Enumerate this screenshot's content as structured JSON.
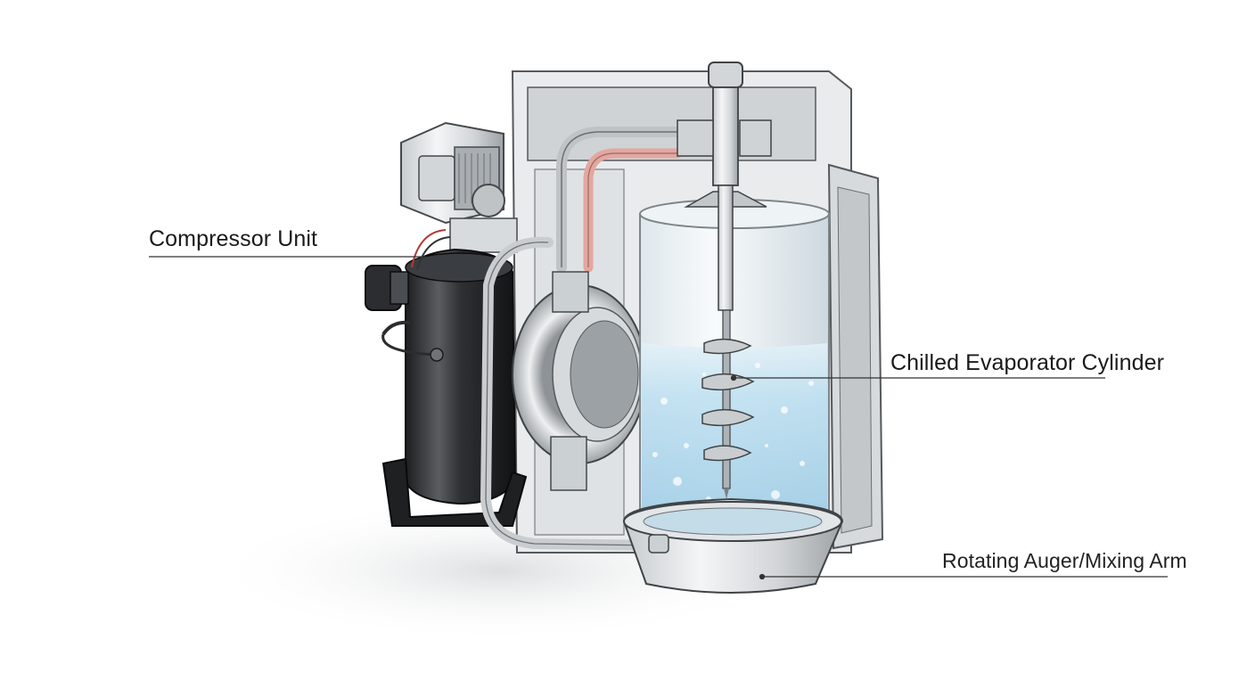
{
  "labels": {
    "compressor": "Compressor Unit",
    "evaporator": "Chilled Evaporator Cylinder",
    "auger": "Rotating Auger/Mixing Arm"
  },
  "colors": {
    "metal_light": "#e6e8ea",
    "metal_mid": "#b9bdc1",
    "metal_dark": "#6e7377",
    "compressor_body": "#2b2d30",
    "copper_line": "#e3a7a0",
    "ice_blue": "#bcdff0",
    "glass": "#eef3f6",
    "leader_line": "#333333"
  },
  "icons": [
    "compressor-icon",
    "motor-icon",
    "evaporator-cylinder-icon",
    "auger-icon",
    "mixing-bowl-icon"
  ]
}
